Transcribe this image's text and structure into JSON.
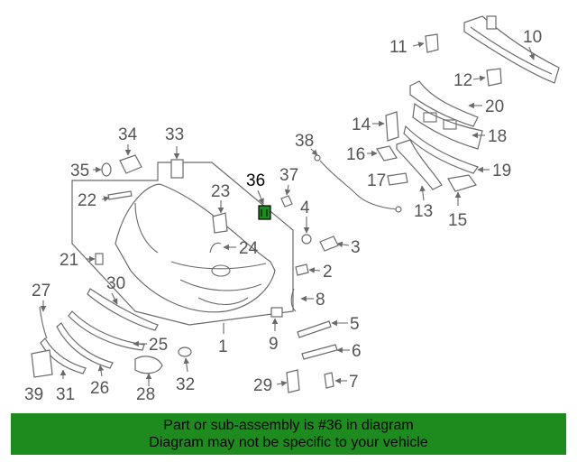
{
  "highlight_color": "#1e8b1e",
  "banner": {
    "line1": "Part or sub-assembly is #36 in diagram",
    "line2": "Diagram may not be specific to your vehicle"
  },
  "callouts": {
    "c1": "1",
    "c2": "2",
    "c3": "3",
    "c4": "4",
    "c5": "5",
    "c6": "6",
    "c7": "7",
    "c8": "8",
    "c9": "9",
    "c10": "10",
    "c11": "11",
    "c12": "12",
    "c13": "13",
    "c14": "14",
    "c15": "15",
    "c16": "16",
    "c17": "17",
    "c18": "18",
    "c19": "19",
    "c20": "20",
    "c21": "21",
    "c22": "22",
    "c23": "23",
    "c24": "24",
    "c25": "25",
    "c26": "26",
    "c27": "27",
    "c28": "28",
    "c29": "29",
    "c30": "30",
    "c31": "31",
    "c32": "32",
    "c33": "33",
    "c34": "34",
    "c35": "35",
    "c36": "36",
    "c37": "37",
    "c38": "38",
    "c39": "39"
  },
  "highlighted_part": "36"
}
